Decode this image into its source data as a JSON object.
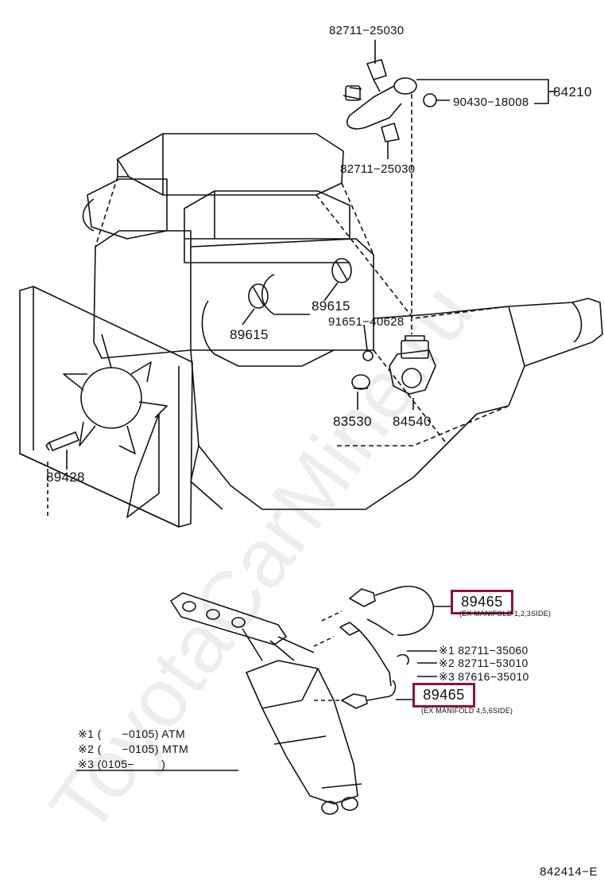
{
  "parts": {
    "p82711_top": "82711−25030",
    "p82711_mid": "82711−25030",
    "p84210": "84210",
    "p90430": "90430−18008",
    "p89615_a": "89615",
    "p89615_b": "89615",
    "p91651": "91651−40628",
    "p83530": "83530",
    "p84540": "84540",
    "p89428": "89428",
    "p89465_upper": "89465",
    "p89465_lower": "89465",
    "note_upper": "(EX MANIFOLD 1,2,3SIDE)",
    "note_lower": "(EX MANIFOLD 4,5,6SIDE)",
    "alt1": "※1 82711−35060",
    "alt2": "※2 82711−53010",
    "alt3": "※3 87616−35010"
  },
  "legend": {
    "row1": "※1 (      −0105) ATM",
    "row2": "※2 (      −0105) MTM",
    "row3": "※3 (0105−        )"
  },
  "diagram_ref": "842414−E",
  "watermark": "ToyotaCarMine.ru",
  "colors": {
    "highlight": "#8b1538",
    "ink": "#111111"
  }
}
